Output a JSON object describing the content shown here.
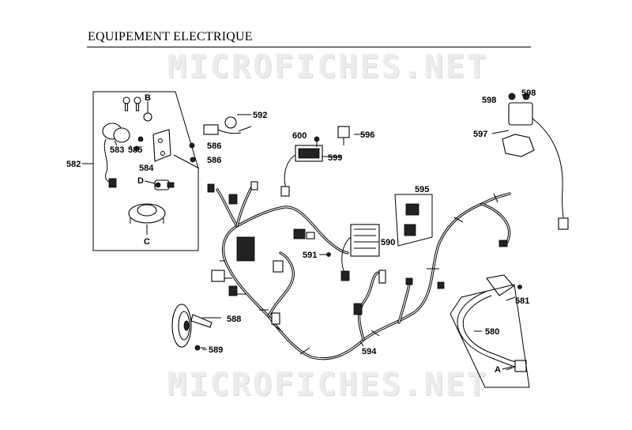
{
  "title": "EQUIPEMENT ELECTRIQUE",
  "watermark": "MICROFICHES.NET",
  "callouts": {
    "c580": "580",
    "c581": "581",
    "c582": "582",
    "c583": "583",
    "c584": "584",
    "c585": "585",
    "c586a": "586",
    "c586b": "586",
    "c588": "588",
    "c589": "589",
    "c590": "590",
    "c591": "591",
    "c592": "592",
    "c594": "594",
    "c595": "595",
    "c596": "596",
    "c597": "597",
    "c598a": "598",
    "c598b": "598",
    "c599": "599",
    "c600": "600",
    "lA": "A",
    "lB": "B",
    "lC": "C",
    "lD": "D"
  }
}
